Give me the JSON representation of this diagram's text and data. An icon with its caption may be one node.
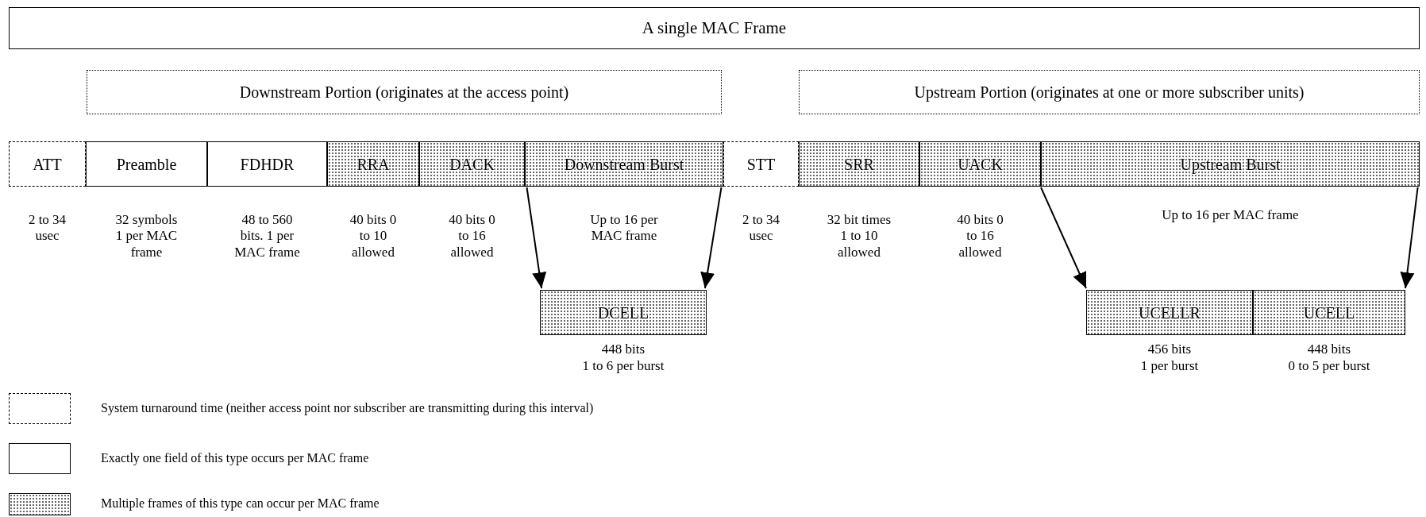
{
  "diagram": {
    "nodes": [
      {
        "text": [
          "A single MAC Frame"
        ]
      },
      {
        "text": [
          "Downstream Portion (originates at the access point)"
        ]
      },
      {
        "text": [
          "Upstream Portion (originates at one or more subscriber units)"
        ]
      },
      {
        "text": [
          "ATT"
        ],
        "beside": [
          "2 to 34 usec"
        ]
      },
      {
        "text": [
          "Preamble"
        ],
        "beside": [
          "32 symbols 1 per MAC frame"
        ]
      },
      {
        "text": [
          "FDHDR"
        ],
        "beside": [
          "48 to 560 bits. 1 per MAC frame"
        ]
      },
      {
        "text": [
          "RRA"
        ],
        "beside": [
          "40 bits 0 to 10 allowed"
        ]
      },
      {
        "text": [
          "DACK"
        ],
        "beside": [
          "40 bits 0 to 16 allowed"
        ]
      },
      {
        "text": [
          "Downstream Burst"
        ],
        "beside": [
          "Up to 16 per MAC frame"
        ]
      },
      {
        "text": [
          "STT"
        ],
        "beside": [
          "2 to 34 usec"
        ]
      },
      {
        "text": [
          "SRR"
        ],
        "beside": [
          "32 bit times 1 to 10 allowed"
        ]
      },
      {
        "text": [
          "UACK"
        ],
        "beside": [
          "40 bits 0 to 16 allowed"
        ]
      },
      {
        "text": [
          "Upstream Burst"
        ],
        "beside": [
          "Up to 16 per MAC frame"
        ]
      },
      {
        "text": [
          "DCELL"
        ],
        "beside": [
          "448 bits",
          "1 to 6 per burst"
        ]
      },
      {
        "text": [
          "UCELLR"
        ],
        "beside": [
          "456 bits",
          "1 per burst"
        ]
      },
      {
        "text": [
          "UCELL"
        ],
        "beside": [
          "448 bits",
          "0 to 5 per burst"
        ]
      }
    ],
    "edges": [
      {
        "from": 8,
        "to": 13,
        "arrow": "to"
      },
      {
        "from": 8,
        "to": 13,
        "arrow": "to"
      },
      {
        "from": 12,
        "to": 14,
        "arrow": "to"
      },
      {
        "from": 12,
        "to": 15,
        "arrow": "to"
      }
    ],
    "legend": [
      {
        "text": "System turnaround time (neither access point nor subscriber are transmitting during this interval)"
      },
      {
        "text": "Exactly one field of this type occurs per MAC frame"
      },
      {
        "text": "Multiple frames of this type can occur per MAC frame"
      }
    ]
  }
}
